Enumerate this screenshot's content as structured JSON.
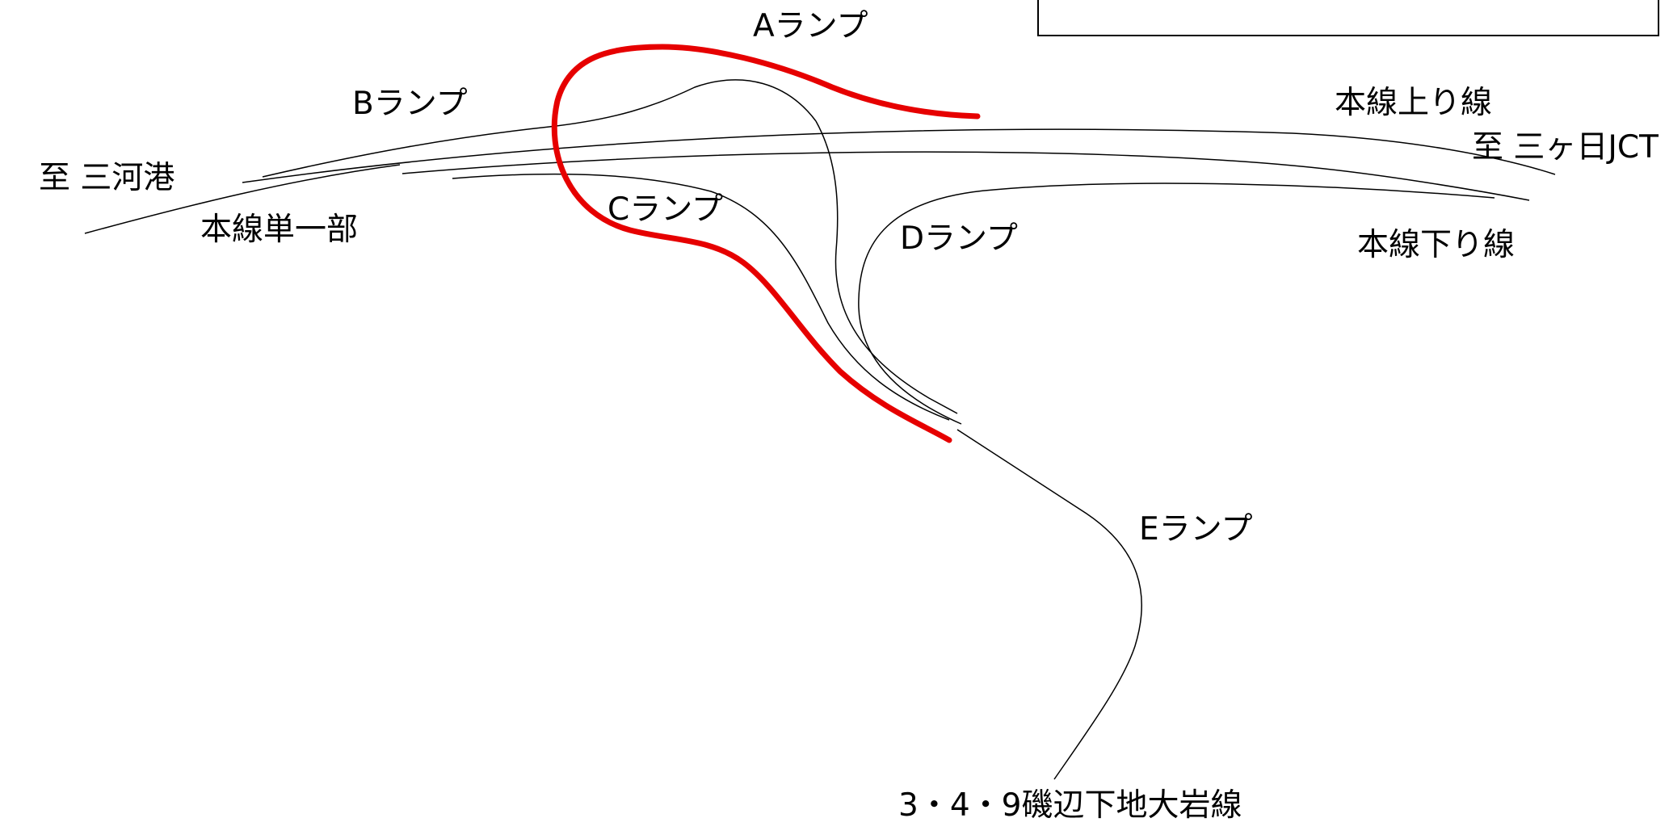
{
  "colors": {
    "highlight": "#e60000",
    "line": "#000000",
    "background": "#ffffff"
  },
  "labels": {
    "a_ramp": "Aランプ",
    "b_ramp": "Bランプ",
    "c_ramp": "Cランプ",
    "d_ramp": "Dランプ",
    "e_ramp": "Eランプ",
    "to_mikawa_port": "至 三河港",
    "to_mikkabi_jct": "至 三ヶ日JCT",
    "mainline_single": "本線単一部",
    "mainline_up": "本線上り線",
    "mainline_down": "本線下り線",
    "route_349": "3・4・9磯辺下地大岩線"
  }
}
